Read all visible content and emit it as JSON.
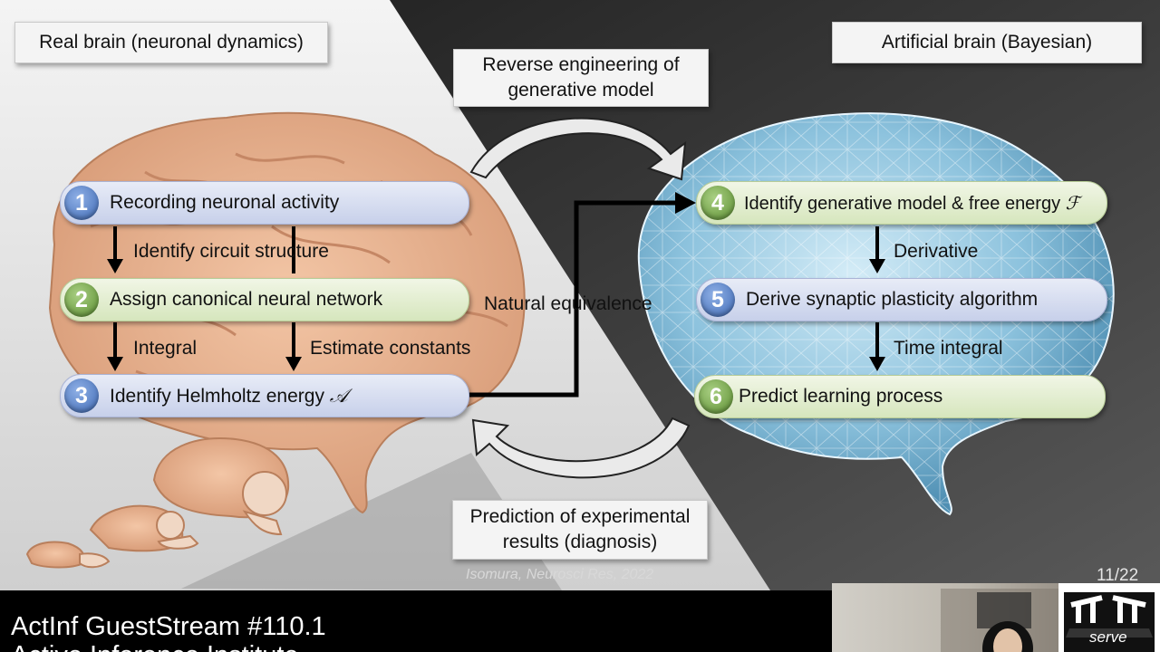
{
  "titles": {
    "real_brain": "Real brain (neuronal dynamics)",
    "artificial_brain": "Artificial brain (Bayesian)"
  },
  "boxes": {
    "reverse_engineering": "Reverse engineering of generative model",
    "prediction": "Prediction of experimental results (diagnosis)"
  },
  "steps": [
    {
      "num": "1",
      "label": "Recording neuronal activity",
      "color": "blue"
    },
    {
      "num": "2",
      "label": "Assign canonical neural network",
      "color": "green"
    },
    {
      "num": "3",
      "label": "Identify Helmholtz energy",
      "symbol": "𝒜",
      "color": "blue"
    },
    {
      "num": "4",
      "label": "Identify generative model & free energy",
      "symbol": "ℱ",
      "color": "green"
    },
    {
      "num": "5",
      "label": "Derive synaptic plasticity algorithm",
      "color": "blue"
    },
    {
      "num": "6",
      "label": "Predict learning process",
      "color": "green"
    }
  ],
  "arrow_labels": {
    "identify_circuit": "Identify circuit structure",
    "integral": "Integral",
    "estimate_constants": "Estimate constants",
    "natural_equivalence": "Natural equivalence",
    "derivative": "Derivative",
    "time_integral": "Time integral"
  },
  "citation": "Isomura, Neurosci Res, 2022",
  "page": "11/22",
  "stream": {
    "title": "ActInf GuestStream #110.1",
    "subtitle": "Active Inference Institute"
  },
  "logo": {
    "text": "serve",
    "icon": "pi-pi-logo-icon"
  },
  "colors": {
    "blue_badge": "#3d68b3",
    "green_badge": "#5a8d2f",
    "left_bg": "#e9e9e9",
    "right_bg": "#3a3a3a"
  }
}
